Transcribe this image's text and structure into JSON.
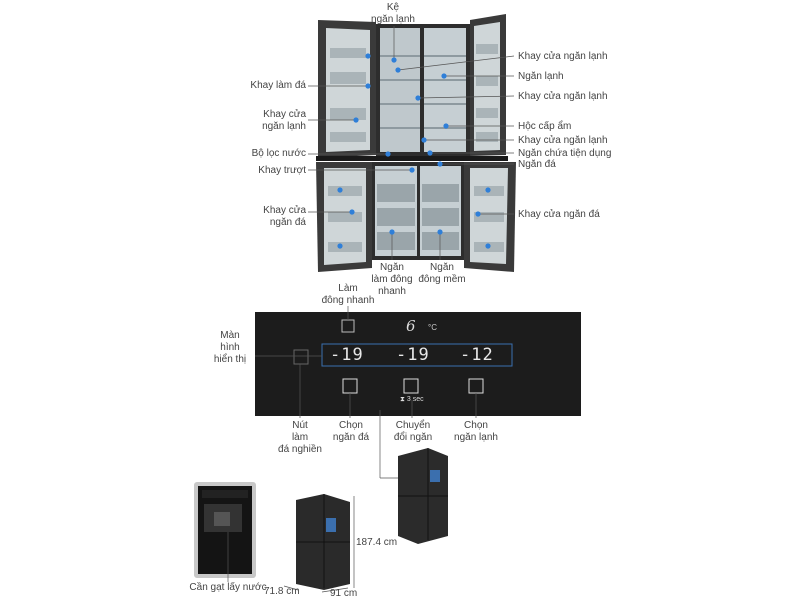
{
  "labels": {
    "ke_ngan_lanh": "Kệ\nngăn lạnh",
    "khay_cua_ngan_lanh_1": "Khay cửa ngăn lạnh",
    "ngan_lanh": "Ngăn lạnh",
    "khay_cua_ngan_lanh_2": "Khay cửa ngăn lạnh",
    "hoc_cap_am": "Hộc cấp ẩm",
    "khay_cua_ngan_lanh_3": "Khay cửa ngăn lạnh",
    "ngan_chua_tien_dung": "Ngăn chứa tiện dụng",
    "ngan_da": "Ngăn đá",
    "khay_cua_ngan_da_right": "Khay cửa ngăn đá",
    "khay_lam_da": "Khay làm đá",
    "khay_cua_ngan_lanh_left": "Khay cửa\nngăn lạnh",
    "bo_loc_nuoc": "Bộ lọc nước",
    "khay_truot": "Khay trượt",
    "khay_cua_ngan_da_left": "Khay cửa\nngăn đá",
    "ngan_lam_dong_nhanh": "Ngăn\nlàm đông\nnhanh",
    "ngan_dong_mem": "Ngăn\nđông mềm",
    "lam_dong_nhanh": "Làm\nđông nhanh",
    "man_hinh_hien_thi": "Màn\nhình\nhiển thị",
    "nut_lam_da_nghien": "Nút\nlàm\nđá nghiền",
    "chon_ngan_da": "Chọn\nngăn đá",
    "chuyen_doi_ngan": "Chuyển\nđổi ngăn",
    "chon_ngan_lanh": "Chọn\nngăn lạnh",
    "can_gat_lay_nuoc": "Cần gạt lấy nước"
  },
  "panel": {
    "temp_left": "-19",
    "temp_mid": "-19",
    "temp_right": "-12",
    "unit": "°C",
    "hold_hint": "⧗ 3 sec",
    "logo_digit": "6"
  },
  "dimensions": {
    "height": "187.4 cm",
    "depth": "71.8 cm",
    "width": "91 cm"
  },
  "colors": {
    "marker": "#2f7fd8",
    "panel_bg": "#1c1c1c",
    "fridge_body": "#2a2a2a"
  }
}
